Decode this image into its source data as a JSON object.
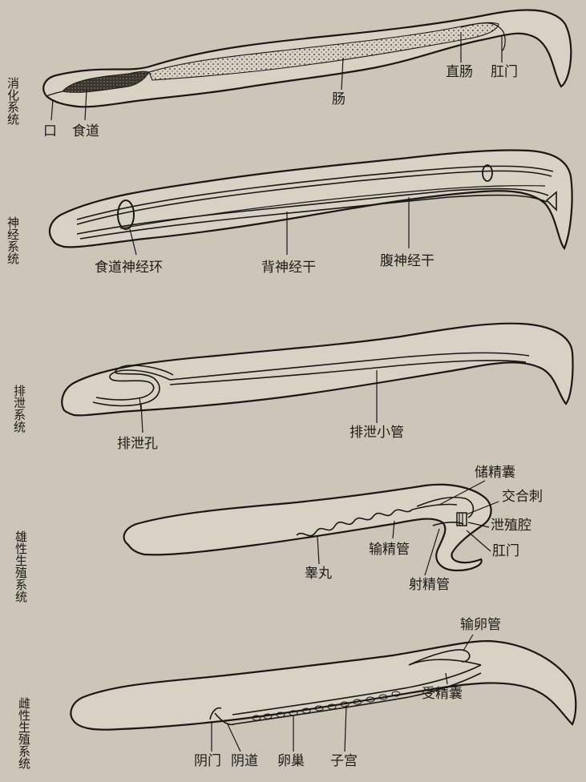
{
  "sections": [
    {
      "system_title": "消化系统",
      "labels": {
        "mouth": "口",
        "esophagus": "食道",
        "intestine": "肠",
        "rectum": "直肠",
        "anus": "肛门"
      }
    },
    {
      "system_title": "神经系统",
      "labels": {
        "nerve_ring": "食道神经环",
        "dorsal_nerve": "背神经干",
        "ventral_nerve": "腹神经干"
      }
    },
    {
      "system_title": "排泄系统",
      "labels": {
        "excretory_pore": "排泄孔",
        "excretory_tubule": "排泄小管"
      }
    },
    {
      "system_title": "雄性生殖系统",
      "labels": {
        "seminal_vesicle": "储精囊",
        "spicule": "交合刺",
        "cloaca": "泄殖腔",
        "anus": "肛门",
        "vas_deferens": "输精管",
        "ejaculatory_duct": "射精管",
        "testis": "睾丸"
      }
    },
    {
      "system_title": "雌性生殖系统",
      "labels": {
        "oviduct": "输卵管",
        "seminal_receptacle": "受精囊",
        "vulva": "阴门",
        "vagina": "阴道",
        "ovary": "卵巢",
        "uterus": "子宫"
      }
    }
  ]
}
